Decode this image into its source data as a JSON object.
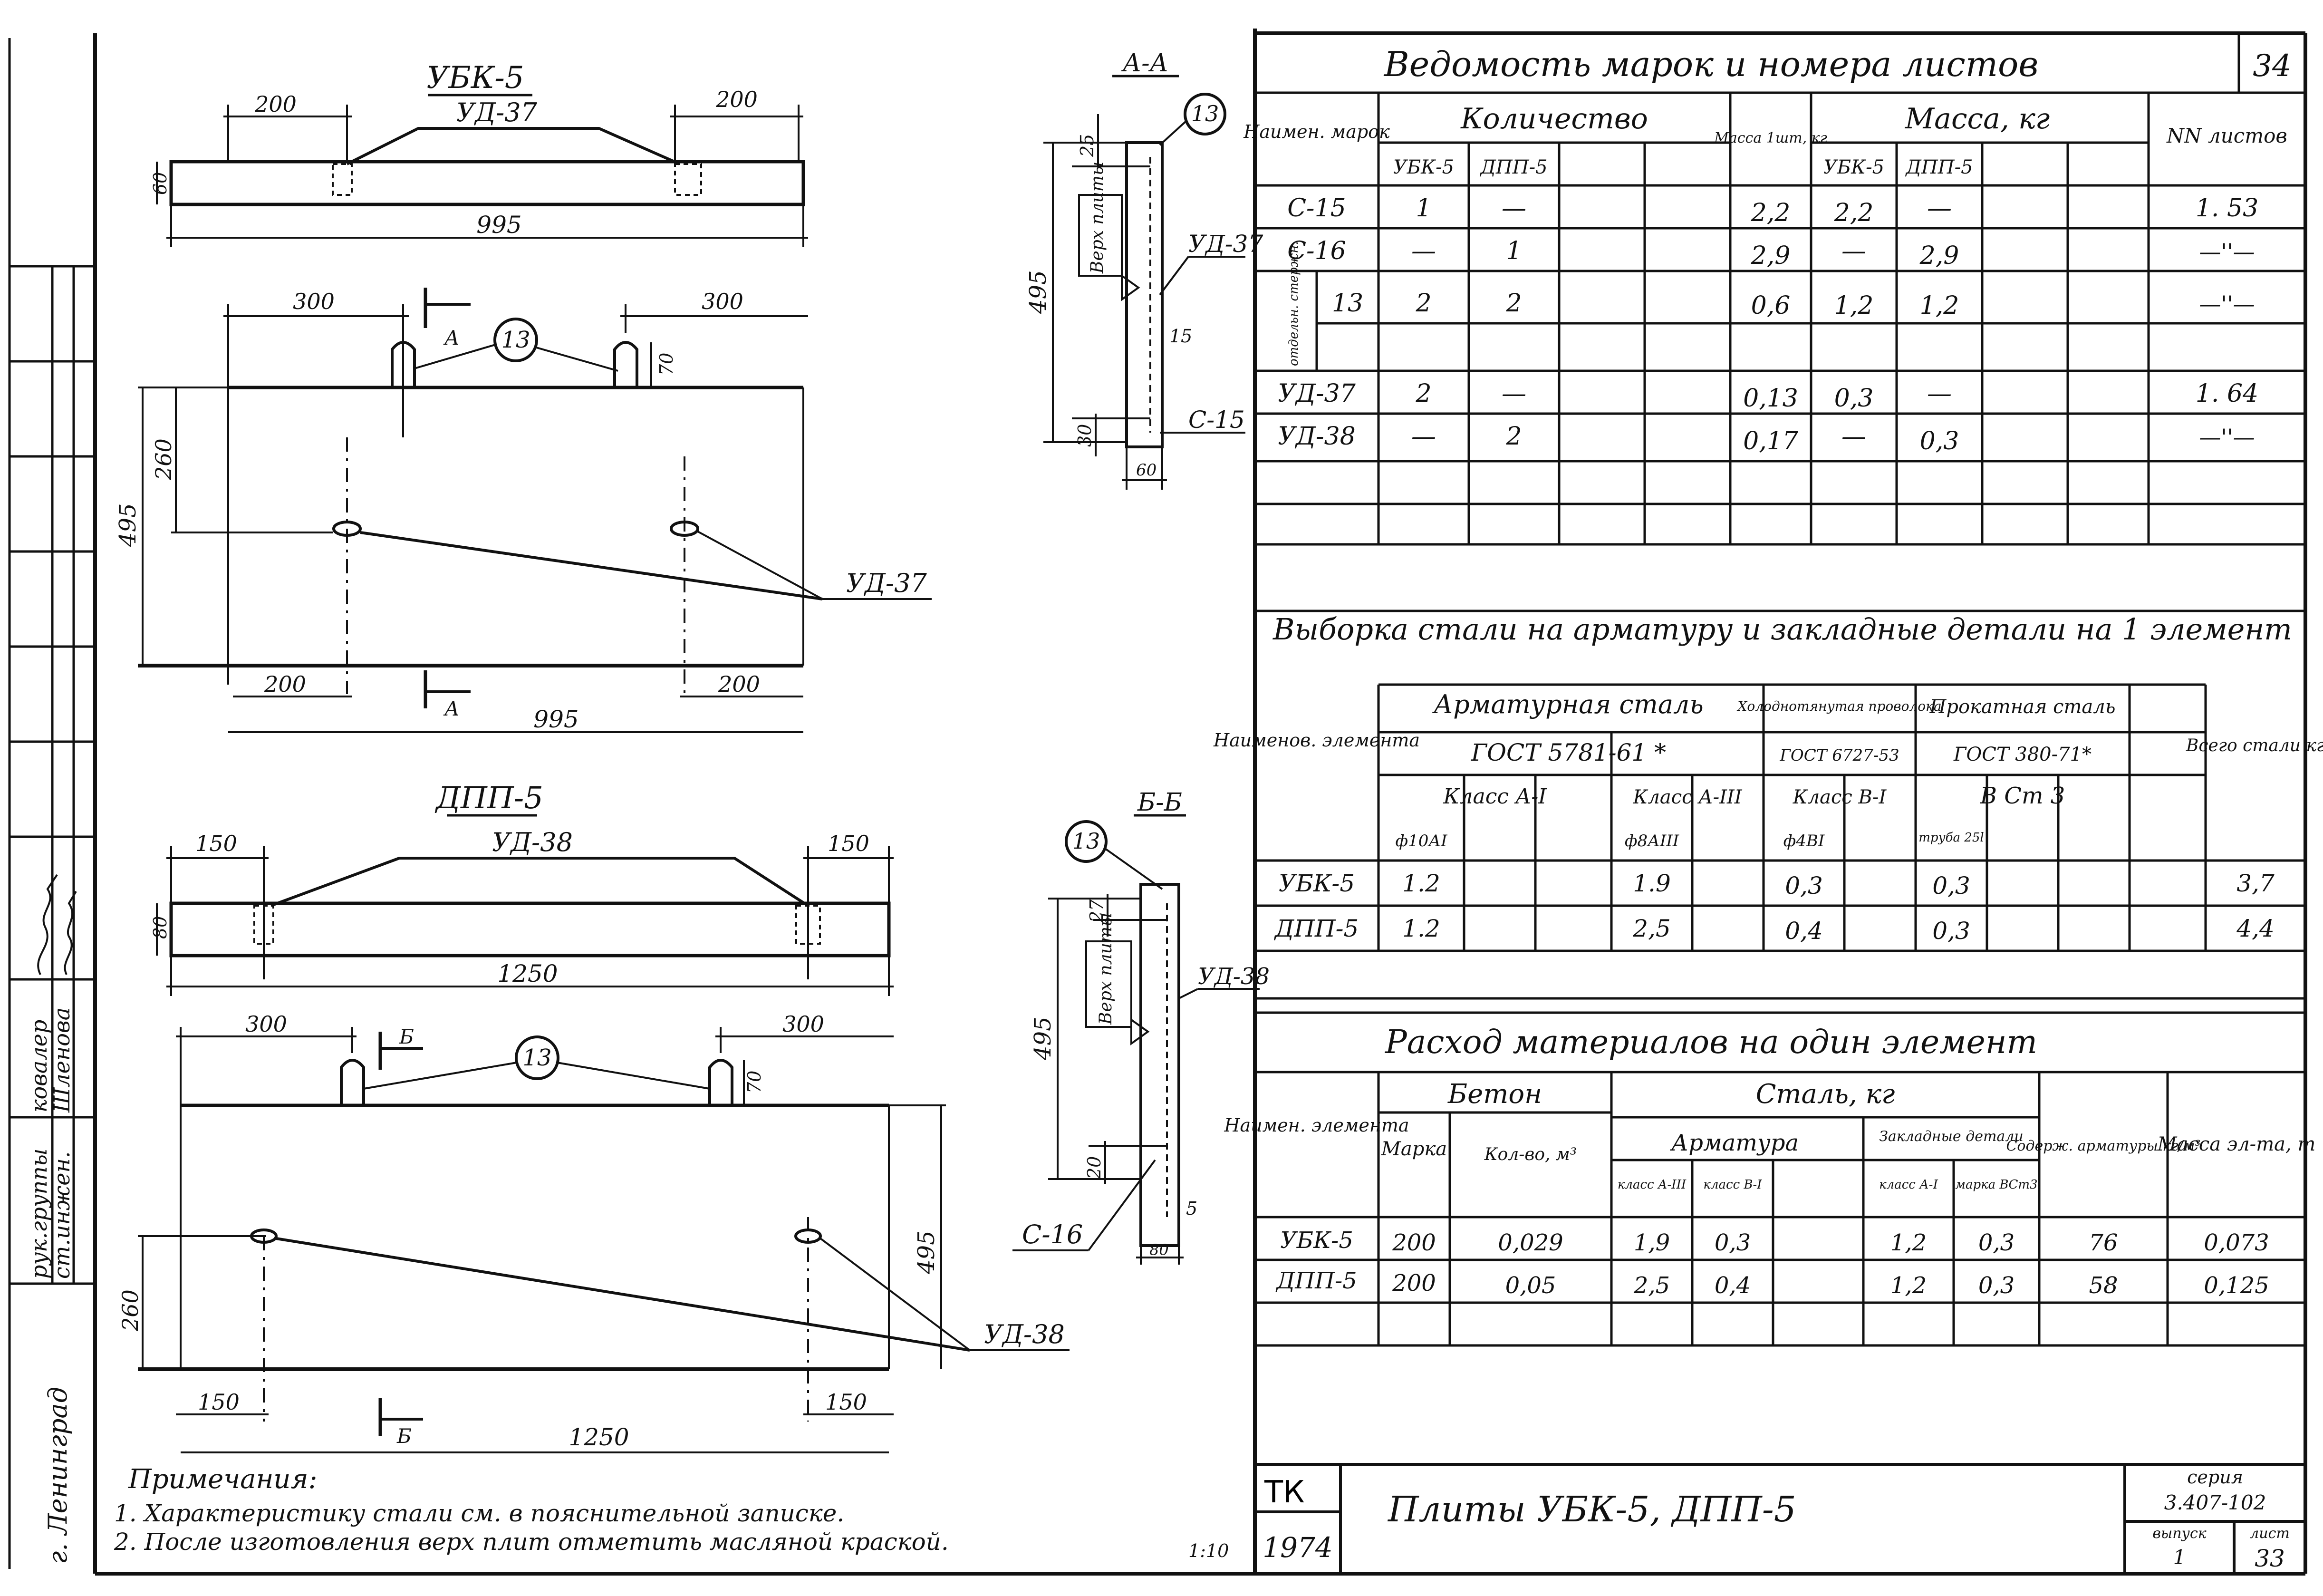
{
  "left_stamp": {
    "row1_role": "рук.группы",
    "row1_name": "ковалер",
    "row2_role": "ст.инжен.",
    "row2_name": "Шленова",
    "city": "г. Ленинград"
  },
  "drawing_ubk5": {
    "title": "УБК-5",
    "top_view": {
      "dim_left": "200",
      "dim_right": "200",
      "rod_label": "УД-37",
      "thickness": "60",
      "length": "995"
    },
    "plan": {
      "dim_left": "300",
      "dim_right": "300",
      "loop_mark": "13",
      "loop_height": "70",
      "section_mark": "А",
      "width": "495",
      "inner_dim": "260",
      "rod_label": "УД-37",
      "bottom_left": "200",
      "bottom_right": "200",
      "length": "995"
    }
  },
  "drawing_dpp5": {
    "title": "ДПП-5",
    "top_view": {
      "dim_left": "150",
      "dim_right": "150",
      "rod_label": "УД-38",
      "thickness": "80",
      "length": "1250"
    },
    "plan": {
      "dim_left": "300",
      "dim_right": "300",
      "loop_mark": "13",
      "loop_height": "70",
      "section_mark": "Б",
      "width": "495",
      "inner_dim": "260",
      "rod_label": "УД-38",
      "bottom_left": "150",
      "bottom_right": "150",
      "length": "1250"
    }
  },
  "section_aa": {
    "title": "А-А",
    "mark": "13",
    "top_label": "Верх плиты",
    "rod1": "УД-37",
    "rod2": "С-15",
    "dim_top": "25",
    "dim_mid": "15",
    "dim_bottom": "30",
    "height": "495",
    "thickness": "60"
  },
  "section_bb": {
    "title": "Б-Б",
    "mark": "13",
    "top_label": "Верх плиты",
    "rod1": "УД-38",
    "rod2": "С-16",
    "dim_top": "27",
    "dim_bottom": "20",
    "dim_side": "5",
    "height": "495",
    "thickness": "80"
  },
  "notes": {
    "title": "Примечания:",
    "items": [
      "1. Характеристику стали см. в пояснительной записке.",
      "2. После изготовления верх плит отметить масляной краской."
    ],
    "scale": "1:10"
  },
  "table_marks": {
    "title": "Ведомость марок и номера листов",
    "page": "34",
    "headers": {
      "name": "Наимен. марок",
      "qty": "Количество",
      "qty_ubk": "УБК-5",
      "qty_dpp": "ДПП-5",
      "mass_each": "Масса 1шт, кг",
      "mass": "Масса, кг",
      "mass_ubk": "УБК-5",
      "mass_dpp": "ДПП-5",
      "sheets": "NN листов"
    },
    "side_label": "отдельн. стержн.",
    "rows": [
      {
        "name": "С-15",
        "q1": "1",
        "q2": "—",
        "m1": "2,2",
        "mu": "2,2",
        "md": "—",
        "sheet": "1. 53"
      },
      {
        "name": "С-16",
        "q1": "—",
        "q2": "1",
        "m1": "2,9",
        "mu": "—",
        "md": "2,9",
        "sheet": "—''—"
      },
      {
        "name": "13",
        "q1": "2",
        "q2": "2",
        "m1": "0,6",
        "mu": "1,2",
        "md": "1,2",
        "sheet": "—''—"
      },
      {
        "name": "УД-37",
        "q1": "2",
        "q2": "—",
        "m1": "0,13",
        "mu": "0,3",
        "md": "—",
        "sheet": "1. 64"
      },
      {
        "name": "УД-38",
        "q1": "—",
        "q2": "2",
        "m1": "0,17",
        "mu": "—",
        "md": "0,3",
        "sheet": "—''—"
      }
    ]
  },
  "table_steel": {
    "title": "Выборка стали на арматуру и закладные детали на 1 элемент",
    "headers": {
      "name": "Наименов. элемента",
      "rebar": "Арматурная сталь",
      "rebar_gost": "ГОСТ 5781-61 *",
      "wire": "Холоднотянутая проволока",
      "wire_gost": "ГОСТ 6727-53",
      "rolled": "Прокатная сталь",
      "rolled_gost": "ГОСТ 380-71*",
      "cls_a1": "Класс А-I",
      "cls_a3": "Класс А-III",
      "cls_b1": "Класс В-I",
      "cls_st3": "В Ст 3",
      "d10": "ф10АI",
      "d8": "ф8АIII",
      "d4": "ф4ВI",
      "pipe": "труба 25l",
      "total": "Всего стали кг"
    },
    "rows": [
      {
        "name": "УБК-5",
        "a1": "1.2",
        "a3": "1.9",
        "b1": "0,3",
        "st3": "0,3",
        "total": "3,7"
      },
      {
        "name": "ДПП-5",
        "a1": "1.2",
        "a3": "2,5",
        "b1": "0,4",
        "st3": "0,3",
        "total": "4,4"
      }
    ]
  },
  "table_materials": {
    "title": "Расход материалов на один элемент",
    "headers": {
      "name": "Наимен. элемента",
      "concrete": "Бетон",
      "mark": "Марка",
      "volume": "Кол-во, м³",
      "steel": "Сталь, кг",
      "rebar": "Арматура",
      "cls_a3": "класс А-III",
      "cls_b1": "класс В-I",
      "embedded": "Закладные детали",
      "cls_a1": "класс А-I",
      "st3": "марка ВСт3",
      "content": "Содерж. арматуры кг/м³",
      "mass": "Масса эл-та, т"
    },
    "rows": [
      {
        "name": "УБК-5",
        "mark": "200",
        "vol": "0,029",
        "a3": "1,9",
        "b1": "0,3",
        "a1": "1,2",
        "st3": "0,3",
        "content": "76",
        "mass": "0,073"
      },
      {
        "name": "ДПП-5",
        "mark": "200",
        "vol": "0,05",
        "a3": "2,5",
        "b1": "0,4",
        "a1": "1,2",
        "st3": "0,3",
        "content": "58",
        "mass": "0,125"
      }
    ]
  },
  "title_block": {
    "org": "ТК",
    "year": "1974",
    "title": "Плиты УБК-5, ДПП-5",
    "series_label": "серия",
    "series": "3.407-102",
    "issue_label": "выпуск",
    "issue": "1",
    "sheet_label": "лист",
    "sheet": "33"
  }
}
